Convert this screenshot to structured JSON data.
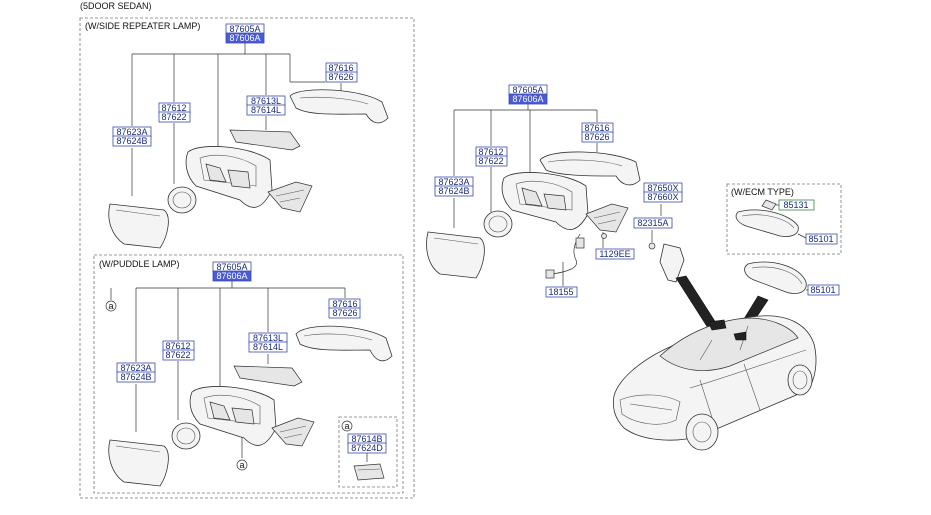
{
  "header": {
    "title": "(5DOOR SEDAN)"
  },
  "sections": {
    "side_repeater": {
      "title": "(W/SIDE REPEATER LAMP)"
    },
    "puddle": {
      "title": "(W/PUDDLE LAMP)"
    },
    "ecm": {
      "title": "(W/ECM TYPE)"
    }
  },
  "callout": {
    "letter": "a"
  },
  "labels": {
    "sr_assy_a": "87605A",
    "sr_assy_b": "87606A",
    "sr_cover_a": "87616",
    "sr_cover_b": "87626",
    "sr_lamp_a": "87613L",
    "sr_lamp_b": "87614L",
    "sr_actuator_a": "87612",
    "sr_actuator_b": "87622",
    "sr_glass_a": "87623A",
    "sr_glass_b": "87624B",
    "pl_assy_a": "87605A",
    "pl_assy_b": "87606A",
    "pl_cover_a": "87616",
    "pl_cover_b": "87626",
    "pl_lamp_a": "87613L",
    "pl_lamp_b": "87614L",
    "pl_actuator_a": "87612",
    "pl_actuator_b": "87622",
    "pl_glass_a": "87623A",
    "pl_glass_b": "87624B",
    "pl_puddle_a": "87614B",
    "pl_puddle_b": "87624D",
    "m_assy_a": "87605A",
    "m_assy_b": "87606A",
    "m_cover_a": "87616",
    "m_cover_b": "87626",
    "m_actuator_a": "87612",
    "m_actuator_b": "87622",
    "m_glass_a": "87623A",
    "m_glass_b": "87624B",
    "m_sub_a": "87650X",
    "m_sub_b": "87660X",
    "m_bracket": "82315A",
    "m_bolt": "1129EE",
    "m_cable": "18155",
    "ecm_screw": "85131",
    "ecm_mirror": "85101",
    "inside_mirror": "85101"
  }
}
